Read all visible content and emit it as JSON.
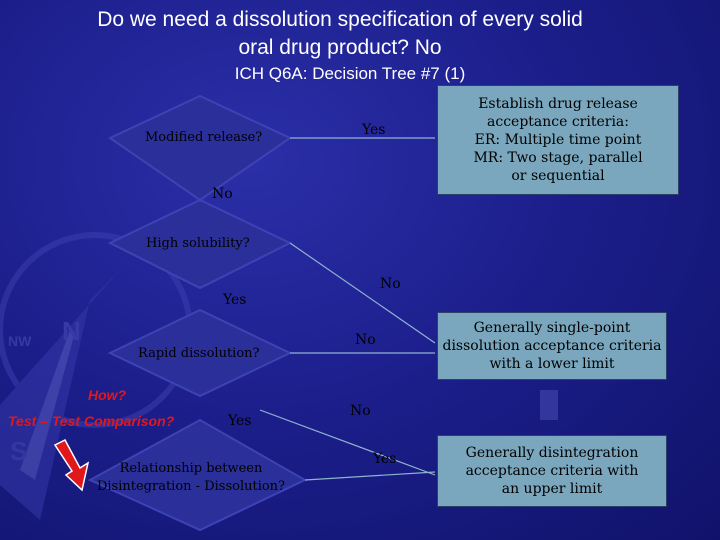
{
  "slide": {
    "title_line1": "Do we need a dissolution specification of every solid",
    "title_line2": "oral drug product? No",
    "subtitle": "ICH Q6A: Decision Tree #7 (1)"
  },
  "nodes": {
    "modified_release": "Modified release?",
    "high_solubility": "High solubility?",
    "rapid_dissolution": "Rapid dissolution?",
    "relationship_line1": "Relationship between",
    "relationship_line2": "Disintegration - Dissolution?"
  },
  "edges": {
    "yes_1": "Yes",
    "no_1": "No",
    "yes_2": "Yes",
    "no_2": "No",
    "no_3": "No",
    "yes_3": "Yes",
    "no_4": "No",
    "yes_4": "Yes"
  },
  "boxes": {
    "release_criteria": [
      "Establish drug release",
      "acceptance criteria:",
      "ER: Multiple time point",
      "MR: Two stage, parallel",
      "or sequential"
    ],
    "single_point": [
      "Generally single-point",
      "dissolution acceptance criteria",
      "with a lower limit"
    ],
    "disintegration": [
      "Generally disintegration",
      "acceptance criteria with",
      "an upper limit"
    ]
  },
  "annotation": {
    "how": "How?",
    "test_comparison": "Test – Test Comparison?"
  },
  "colors": {
    "background": "#1c1f8c",
    "box_fill": "#7aa7bd",
    "diamond_fill": "#2a2f9a",
    "annotation_red": "#e0181c"
  }
}
